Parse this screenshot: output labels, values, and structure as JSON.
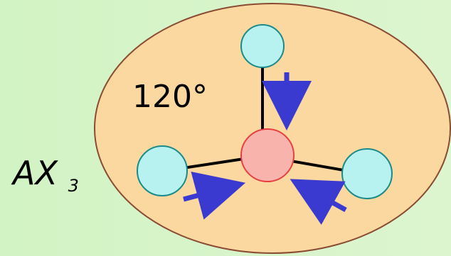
{
  "angle_label": "120°",
  "formula": {
    "main": "AX",
    "subscript": "3"
  },
  "colors": {
    "background": "#d6f4c8",
    "ellipse_fill": "#fbd8a0",
    "ellipse_stroke": "#8b4a32",
    "outer_atom_fill": "#b8f2f0",
    "outer_atom_stroke": "#1a8a8a",
    "center_atom_fill": "#f8b4ac",
    "center_atom_stroke": "#e84040",
    "bond": "#000000",
    "arrow": "#3a3ad0"
  },
  "atoms": [
    {
      "role": "center",
      "label": ""
    },
    {
      "role": "outer-top",
      "label": ""
    },
    {
      "role": "outer-left",
      "label": ""
    },
    {
      "role": "outer-right",
      "label": ""
    }
  ]
}
